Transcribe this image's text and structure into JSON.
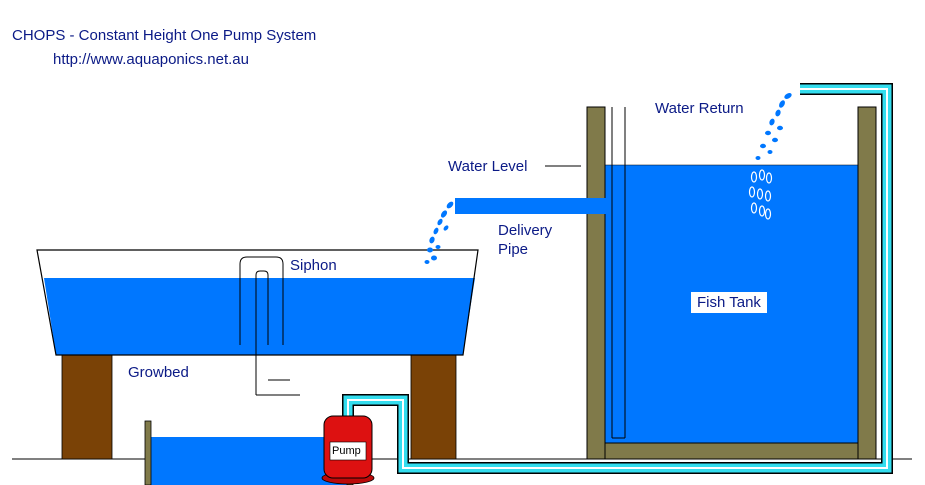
{
  "header": {
    "title": "CHOPS - Constant Height One Pump System",
    "url": "http://www.aquaponics.net.au"
  },
  "labels": {
    "water_return": "Water Return",
    "water_level": "Water Level",
    "delivery_pipe_line1": "Delivery",
    "delivery_pipe_line2": "Pipe",
    "siphon": "Siphon",
    "fish_tank": "Fish Tank",
    "growbed": "Growbed",
    "pump": "Pump"
  },
  "colors": {
    "water": "#0077ff",
    "return_pipe": "#33ddee",
    "tank_wall": "#807a4a",
    "legs": "#7a4206",
    "pump": "#dd1111",
    "text": "#0b1a86"
  }
}
